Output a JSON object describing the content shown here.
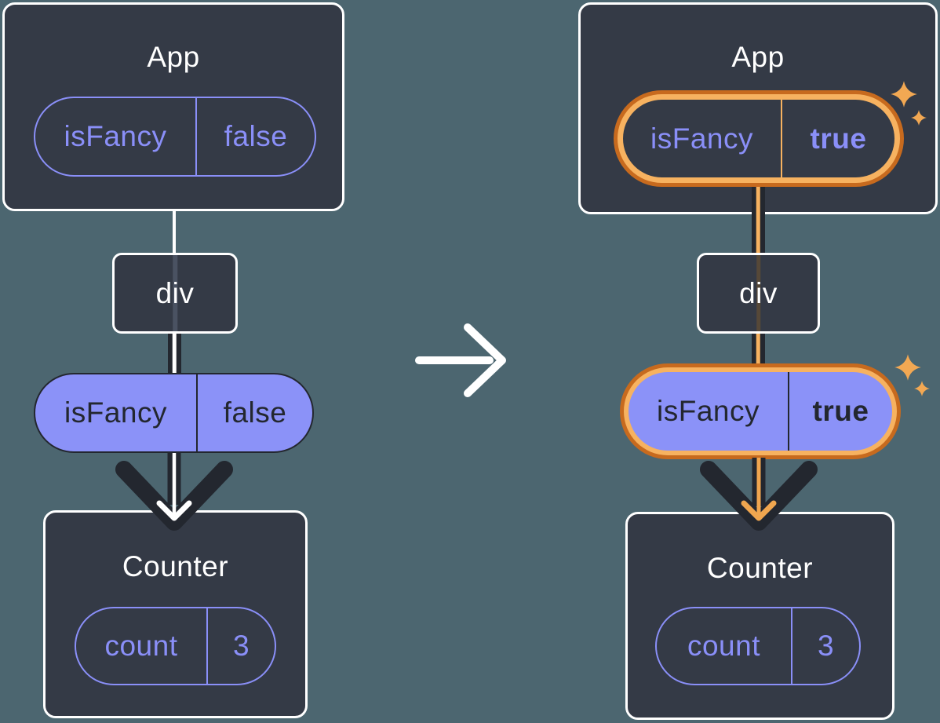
{
  "colors": {
    "background": "#4C6670",
    "card_fill": "#343A46",
    "card_border": "#FFFFFF",
    "purple_stroke": "#8A8FF8",
    "purple_fill": "#8B92F8",
    "ink_dark": "#23272F",
    "highlight_orange_dark": "#C76A1E",
    "highlight_orange_light": "#F7B260",
    "sparkle_orange": "#F2A853",
    "flow_arrow_orange": "#F0A64F",
    "flow_arrow_white": "#FFFFFF"
  },
  "before": {
    "app": {
      "title": "App",
      "prop_name": "isFancy",
      "prop_value": "false"
    },
    "container": {
      "label": "div"
    },
    "passed_prop": {
      "name": "isFancy",
      "value": "false"
    },
    "counter": {
      "title": "Counter",
      "state_name": "count",
      "state_value": "3"
    }
  },
  "after": {
    "app": {
      "title": "App",
      "prop_name": "isFancy",
      "prop_value": "true"
    },
    "container": {
      "label": "div"
    },
    "passed_prop": {
      "name": "isFancy",
      "value": "true"
    },
    "counter": {
      "title": "Counter",
      "state_name": "count",
      "state_value": "3"
    }
  }
}
